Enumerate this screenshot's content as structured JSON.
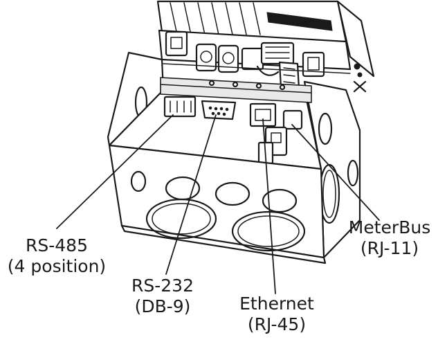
{
  "callouts": {
    "rs485": {
      "name": "RS-485",
      "detail": "(4 position)"
    },
    "rs232": {
      "name": "RS-232",
      "detail": "(DB-9)"
    },
    "ethernet": {
      "name": "Ethernet",
      "detail": "(RJ-45)"
    },
    "meterbus": {
      "name": "MeterBus",
      "detail": "(RJ-11)"
    }
  }
}
